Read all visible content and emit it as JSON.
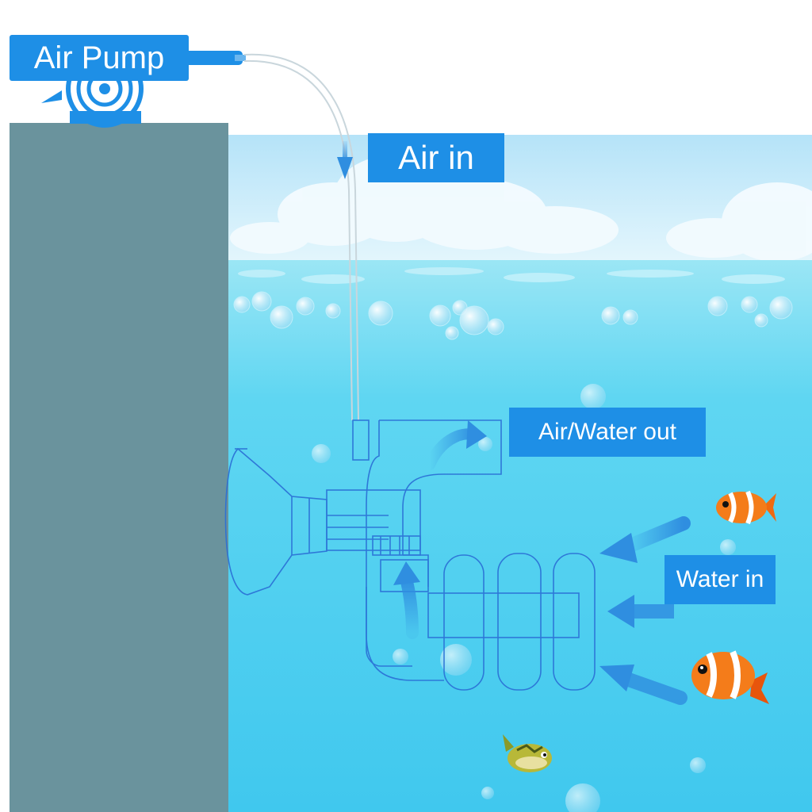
{
  "labels": {
    "air_pump": "Air Pump",
    "air_in": "Air in",
    "air_water_out": "Air/Water out",
    "water_in": "Water in"
  },
  "icons": {
    "air_pump": "air-pump-icon",
    "arrows": "flow-arrow-icon",
    "fish": "clownfish-icon",
    "filter": "sponge-filter-icon"
  },
  "colors": {
    "label_background": "#1e8fe6",
    "label_text": "#ffffff",
    "tank_wall": "#6a939d",
    "water_top": "#8ee0f2",
    "water_bottom": "#46ccf0",
    "sky": "#c9ecfb",
    "flow_arrow": "#2f8ee0",
    "filter_outline": "#2a6fd6"
  }
}
